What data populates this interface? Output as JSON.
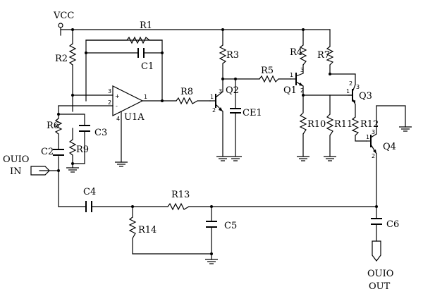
{
  "power": {
    "vcc": "VCC"
  },
  "components": {
    "R1": "R1",
    "C1": "C1",
    "R2": "R2",
    "R3": "R3",
    "R4": "R4",
    "R7": "R7",
    "R5": "R5",
    "Q1": "Q1",
    "Q2": "Q2",
    "Q3": "Q3",
    "Q4": "Q4",
    "R8": "R8",
    "CE1": "CE1",
    "U1A": "U1A",
    "R6": "R6",
    "C3": "C3",
    "R9": "R9",
    "C2": "C2",
    "R10": "R10",
    "R11": "R11",
    "R12": "R12",
    "C4": "C4",
    "R13": "R13",
    "R14": "R14",
    "C5": "C5",
    "C6": "C6"
  },
  "ports": {
    "in": {
      "line1": "OUIO",
      "line2": "IN"
    },
    "out": {
      "line1": "OUIO",
      "line2": "OUT"
    }
  },
  "pins": {
    "u1a_plus": "3",
    "u1a_minus": "2",
    "u1a_out": "1",
    "u1a_v": "4",
    "u1a_sign_plus": "+",
    "u1a_sign_minus": "-",
    "q2_b": "1",
    "q2_c": "3",
    "q2_e": "2",
    "q1_b": "1",
    "q1_c": "3",
    "q1_e": "2",
    "q3_b": "1",
    "q3_c": "3",
    "q3_e": "2",
    "q4_b": "1",
    "q4_c": "3",
    "q4_e": "2"
  }
}
